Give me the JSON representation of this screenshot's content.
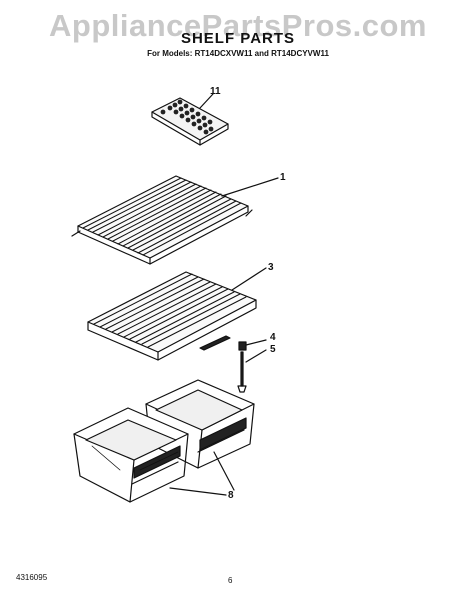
{
  "watermark": "AppliancePartsPros.com",
  "title": "SHELF PARTS",
  "subtitle": "For Models: RT14DCXVW11 and RT14DCYVW11",
  "callouts": [
    "11",
    "1",
    "3",
    "4",
    "5",
    "8"
  ],
  "footer": {
    "doc_number": "4316095",
    "page_number": "6"
  }
}
